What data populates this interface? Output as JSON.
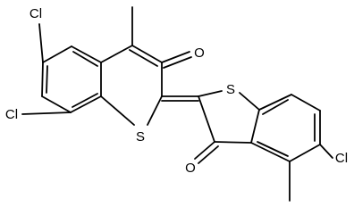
{
  "structure": {
    "atoms": {
      "cl_top": "Cl",
      "cl_left": "Cl",
      "o_top": "O",
      "s_left": "S",
      "s_right": "S",
      "o_bottom": "O",
      "cl_right": "Cl"
    },
    "colors": {
      "bond": "#000000",
      "label": "#000000",
      "background": "#ffffff"
    }
  }
}
